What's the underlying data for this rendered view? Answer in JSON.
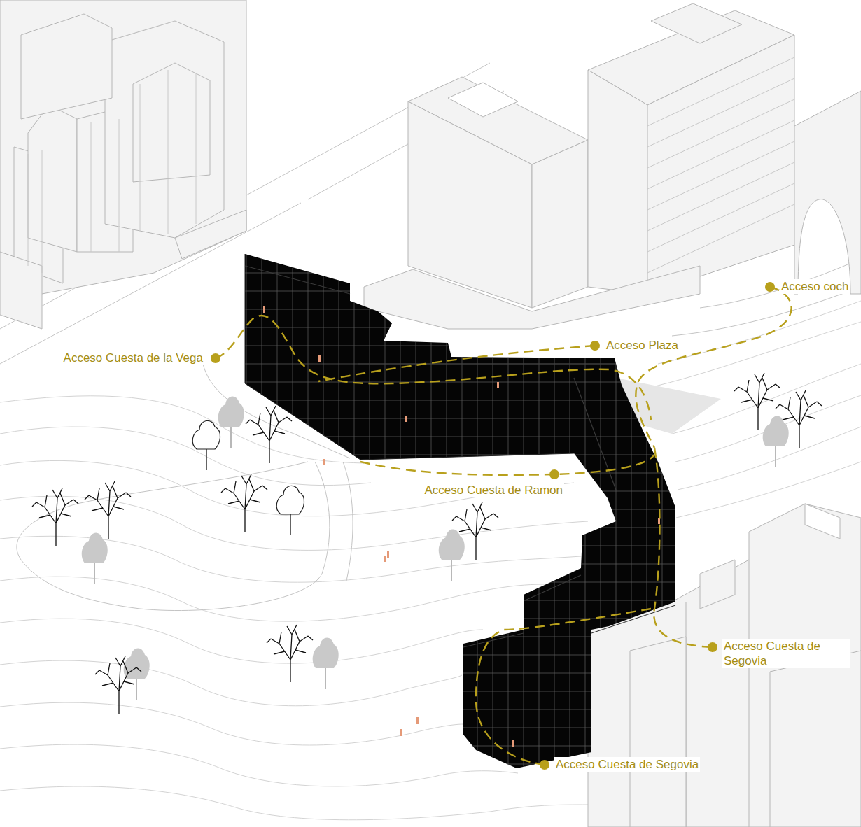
{
  "diagram": {
    "labels": [
      "Acceso Cuesta de la Vega",
      "Acceso Plaza",
      "Acceso coch",
      "Acceso Cuesta de Ramon",
      "Acceso Cuesta de Segovia",
      "Acceso Cuesta de Segovia"
    ]
  }
}
